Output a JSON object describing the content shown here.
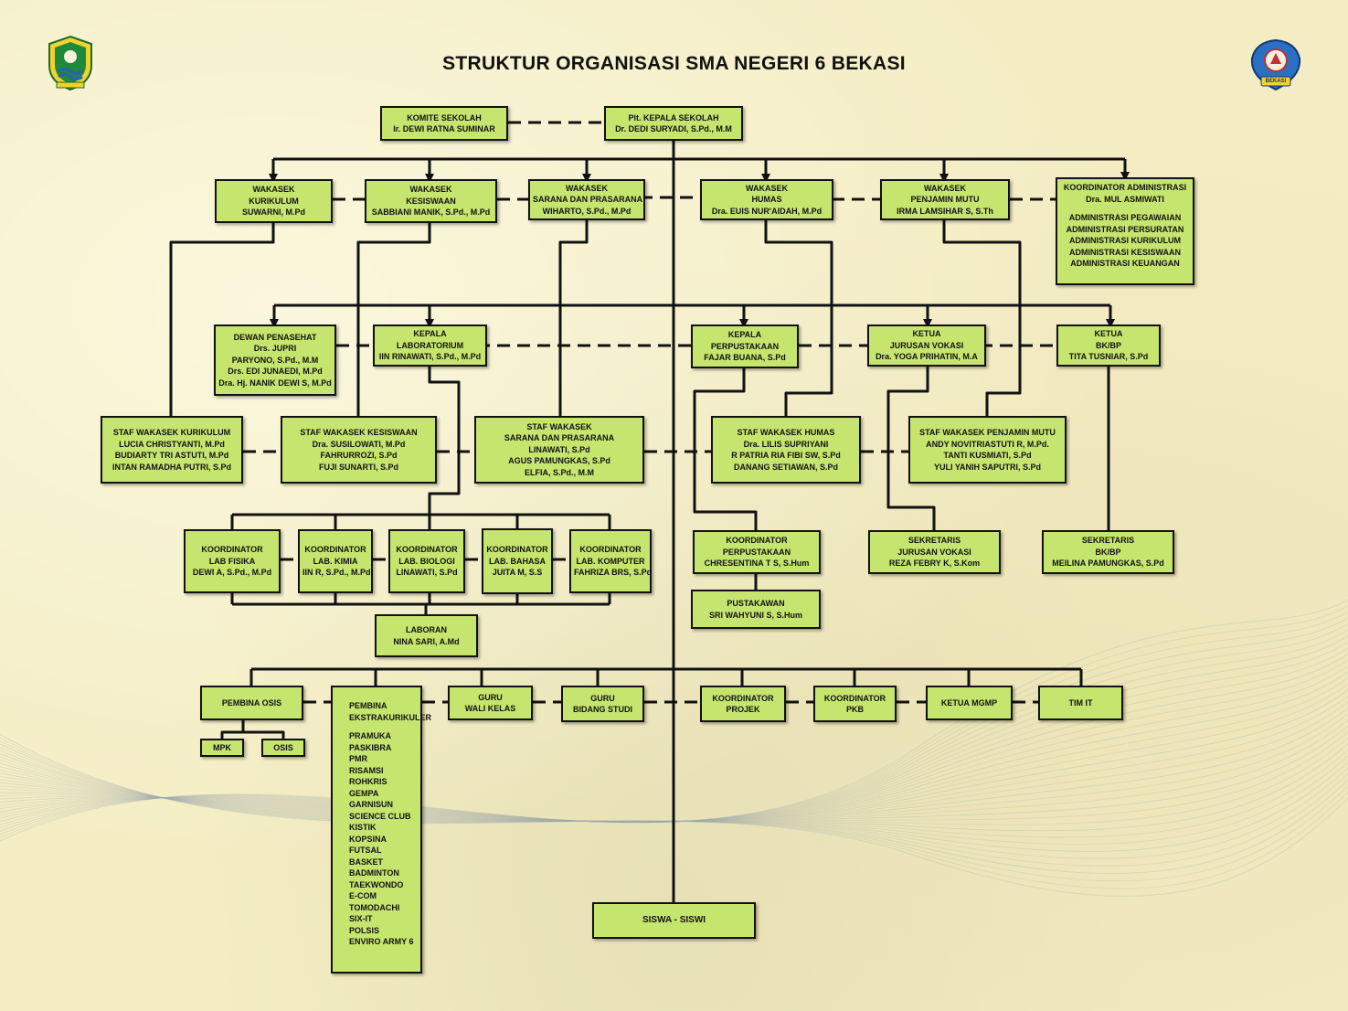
{
  "title": "STRUKTUR ORGANISASI SMA NEGERI 6 BEKASI",
  "logos": {
    "left_icon": "west-java-province-emblem",
    "right_icon": "school-emblem",
    "right_label": "BEKASI"
  },
  "colors": {
    "box_fill": "#c6e56f",
    "line": "#111111",
    "background": "#f4edc4"
  },
  "boxes": {
    "komite": [
      "KOMITE SEKOLAH",
      "Ir. DEWI RATNA SUMINAR"
    ],
    "kepsek": [
      "Plt. KEPALA SEKOLAH",
      "Dr. DEDI SURYADI, S.Pd., M.M"
    ],
    "wk_kurikulum": [
      "WAKASEK",
      "KURIKULUM",
      "SUWARNI, M.Pd"
    ],
    "wk_kesiswaan": [
      "WAKASEK",
      "KESISWAAN",
      "SABBIANI MANIK, S.Pd., M.Pd"
    ],
    "wk_sarana": [
      "WAKASEK",
      "SARANA DAN PRASARANA",
      "WIHARTO, S.Pd., M.Pd"
    ],
    "wk_humas": [
      "WAKASEK",
      "HUMAS",
      "Dra. EUIS NUR'AIDAH, M.Pd"
    ],
    "wk_mutu": [
      "WAKASEK",
      "PENJAMIN MUTU",
      "IRMA LAMSIHAR S, S.Th"
    ],
    "koord_admin": {
      "head": [
        "KOORDINATOR ADMINISTRASI",
        "Dra. MUL ASMIWATI"
      ],
      "items": [
        "ADMINISTRASI PEGAWAIAN",
        "ADMINISTRASI PERSURATAN",
        "ADMINISTRASI KURIKULUM",
        "ADMINISTRASI KESISWAAN",
        "ADMINISTRASI KEUANGAN"
      ]
    },
    "dewan": [
      "DEWAN PENASEHAT",
      "Drs. JUPRI",
      "PARYONO, S.Pd., M.M",
      "Drs. EDI JUNAEDI, M.Pd",
      "Dra. Hj. NANIK DEWI S, M.Pd"
    ],
    "ka_lab": [
      "KEPALA",
      "LABORATORIUM",
      "IIN RINAWATI, S.Pd., M.Pd"
    ],
    "ka_perpus": [
      "KEPALA",
      "PERPUSTAKAAN",
      "FAJAR BUANA, S.Pd"
    ],
    "ketua_vokasi": [
      "KETUA",
      "JURUSAN VOKASI",
      "Dra. YOGA PRIHATIN, M.A"
    ],
    "ketua_bk": [
      "KETUA",
      "BK/BP",
      "TITA TUSNIAR, S.Pd"
    ],
    "staf_kurikulum": [
      "STAF WAKASEK KURIKULUM",
      "LUCIA CHRISTYANTI, M.Pd",
      "BUDIARTY TRI ASTUTI, M.Pd",
      "INTAN RAMADHA PUTRI, S.Pd"
    ],
    "staf_kesiswaan": [
      "STAF WAKASEK KESISWAAN",
      "Dra. SUSILOWATI, M.Pd",
      "FAHRURROZI, S.Pd",
      "FUJI SUNARTI, S.Pd"
    ],
    "staf_sarana": [
      "STAF WAKASEK",
      "SARANA DAN PRASARANA",
      "LINAWATI, S.Pd",
      "AGUS PAMUNGKAS, S.Pd",
      "ELFIA, S.Pd., M.M"
    ],
    "staf_humas": [
      "STAF WAKASEK HUMAS",
      "Dra. LILIS SUPRIYANI",
      "R PATRIA RIA FIBI SW, S.Pd",
      "DANANG SETIAWAN, S.Pd"
    ],
    "staf_mutu": [
      "STAF WAKASEK PENJAMIN MUTU",
      "ANDY NOVITRIASTUTI R, M.Pd.",
      "TANTI KUSMIATI, S.Pd",
      "YULI YANIH SAPUTRI, S.Pd"
    ],
    "lab_fisika": [
      "KOORDINATOR",
      "LAB FISIKA",
      "DEWI A, S.Pd., M.Pd"
    ],
    "lab_kimia": [
      "KOORDINATOR",
      "LAB. KIMIA",
      "IIN R, S.Pd., M.Pd"
    ],
    "lab_biologi": [
      "KOORDINATOR",
      "LAB. BIOLOGI",
      "LINAWATI, S.Pd"
    ],
    "lab_bahasa": [
      "KOORDINATOR",
      "LAB. BAHASA",
      "JUITA M, S.S"
    ],
    "lab_komputer": [
      "KOORDINATOR",
      "LAB. KOMPUTER",
      "FAHRIZA BRS, S.Pd"
    ],
    "laboran": [
      "LABORAN",
      "NINA SARI, A.Md"
    ],
    "koord_perpus": [
      "KOORDINATOR",
      "PERPUSTAKAAN",
      "CHRESENTINA T S, S.Hum"
    ],
    "pustakawan": [
      "PUSTAKAWAN",
      "SRI WAHYUNI S, S.Hum"
    ],
    "sekr_vokasi": [
      "SEKRETARIS",
      "JURUSAN VOKASI",
      "REZA FEBRY K, S.Kom"
    ],
    "sekr_bk": [
      "SEKRETARIS",
      "BK/BP",
      "MEILINA PAMUNGKAS, S.Pd"
    ],
    "pembina_osis": [
      "PEMBINA OSIS"
    ],
    "mpk": [
      "MPK"
    ],
    "osis": [
      "OSIS"
    ],
    "pembina_ekskul": {
      "head": [
        "PEMBINA",
        "EKSTRAKURIKULER"
      ],
      "items": [
        "PRAMUKA",
        "PASKIBRA",
        "PMR",
        "RISAMSI",
        "ROHKRIS",
        "GEMPA",
        "GARNISUN",
        "SCIENCE CLUB",
        "KISTIK",
        "KOPSINA",
        "FUTSAL",
        "BASKET",
        "BADMINTON",
        "TAEKWONDO",
        "E-COM",
        "TOMODACHI",
        "SIX-IT",
        "POLSIS",
        "ENVIRO ARMY 6"
      ]
    },
    "guru_wali": [
      "GURU",
      "WALI KELAS"
    ],
    "guru_bidang": [
      "GURU",
      "BIDANG STUDI"
    ],
    "koord_projek": [
      "KOORDINATOR",
      "PROJEK"
    ],
    "koord_pkb": [
      "KOORDINATOR",
      "PKB"
    ],
    "ketua_mgmp": [
      "KETUA MGMP"
    ],
    "tim_it": [
      "TIM IT"
    ],
    "siswa": [
      "SISWA - SISWI"
    ]
  }
}
